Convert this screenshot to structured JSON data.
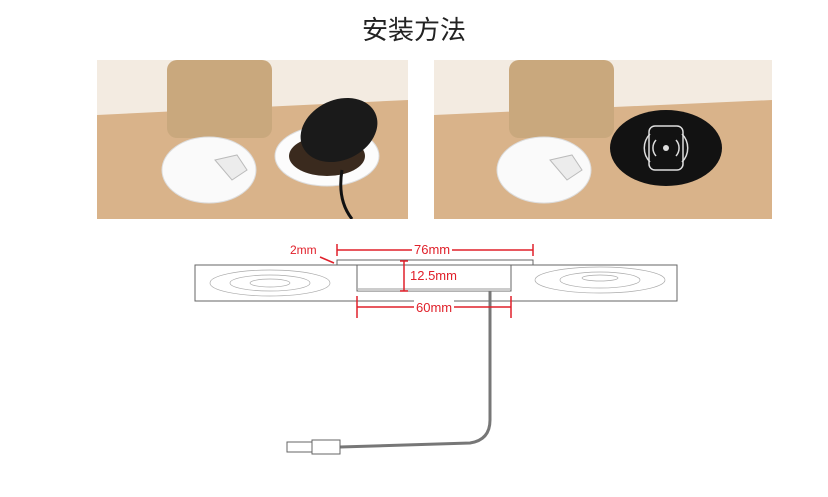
{
  "title": "安装方法",
  "diagram": {
    "labels": {
      "flange_thickness": "2mm",
      "outer_diameter": "76mm",
      "height": "12.5mm",
      "inner_diameter": "60mm"
    }
  },
  "colors": {
    "dimension": "#e0202a",
    "wood": "#d9b48a",
    "wall": "#f4ece2"
  }
}
